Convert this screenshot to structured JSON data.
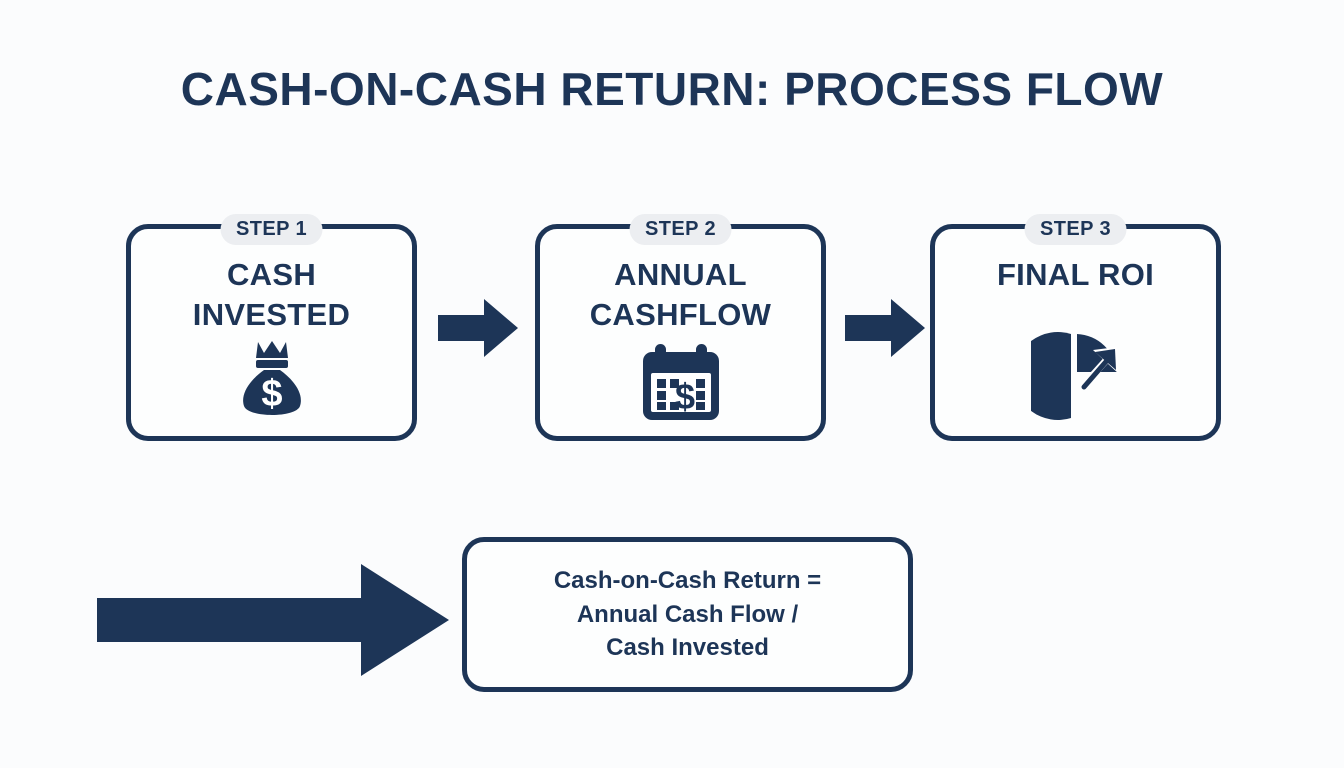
{
  "page": {
    "title": "CASH-ON-CASH RETURN: PROCESS FLOW",
    "background_color": "#fbfcfd",
    "accent_color": "#1d3557",
    "badge_background": "#eceef1"
  },
  "steps": [
    {
      "badge": "STEP 1",
      "title_line1": "CASH",
      "title_line2": "INVESTED",
      "icon": "money-bag-icon"
    },
    {
      "badge": "STEP 2",
      "title_line1": "ANNUAL",
      "title_line2": "CASHFLOW",
      "icon": "calendar-dollar-icon"
    },
    {
      "badge": "STEP 3",
      "title_line1": "FINAL ROI",
      "title_line2": "",
      "icon": "pie-chart-growth-icon"
    }
  ],
  "connectors": [
    {
      "name": "arrow-step1-to-step2",
      "direction": "right"
    },
    {
      "name": "arrow-step2-to-step3",
      "direction": "right"
    }
  ],
  "result_arrow": {
    "name": "arrow-to-formula",
    "direction": "right"
  },
  "formula": {
    "line1": "Cash-on-Cash Return =",
    "line2": "Annual Cash Flow /",
    "line3": "Cash Invested"
  }
}
